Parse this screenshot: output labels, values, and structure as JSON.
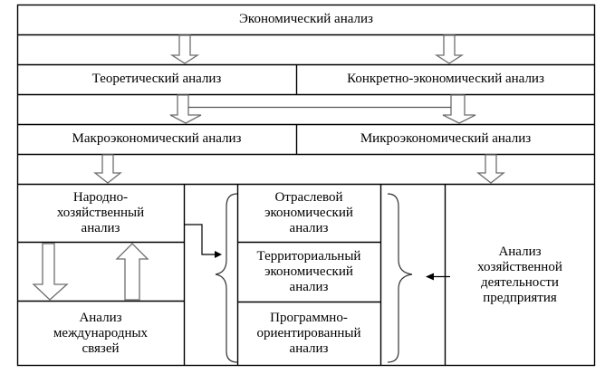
{
  "diagram": {
    "title": "Экономический анализ",
    "level2": {
      "left": "Теоретический анализ",
      "right": "Конкретно-экономический анализ"
    },
    "level3": {
      "left": "Макроэкономический анализ",
      "right": "Микроэкономический анализ"
    },
    "left_block": {
      "top": "Народно-\nхозяйственный\nанализ",
      "bottom": "Анализ\nмеждународных\nсвязей"
    },
    "middle_block": [
      "Отраслевой\nэкономический\nанализ",
      "Территориальный\nэкономический\nанализ",
      "Программно-\nориентированный\nанализ"
    ],
    "right_block": "Анализ\nхозяйственной\nдеятельности\nпредприятия",
    "arrow_icons": [
      "block-arrow-down",
      "block-arrow-up",
      "line-arrow-right",
      "line-arrow-left"
    ]
  }
}
